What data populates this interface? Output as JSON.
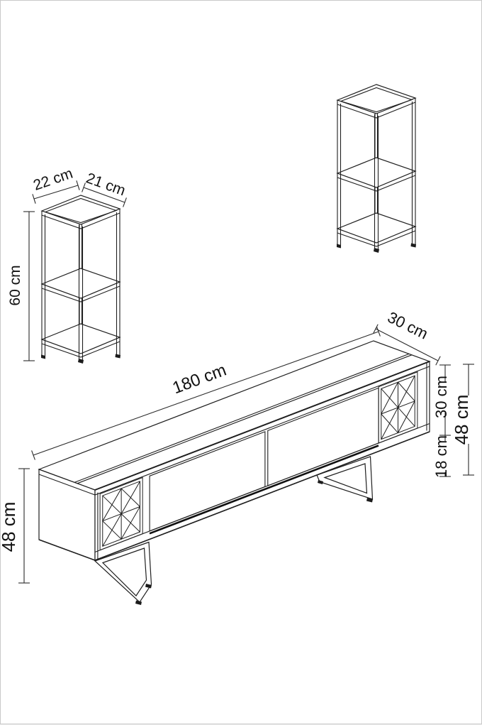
{
  "document": {
    "type": "furniture dimension line drawing",
    "pieces": [
      "wall shelf tower left",
      "wall shelf tower right",
      "tv stand with sled legs"
    ]
  },
  "colors": {
    "background": "#ffffff",
    "page_border": "#c9c9c9",
    "line": "#1f1f1f",
    "dimension_text": "#111111"
  },
  "tower_left_shelf": {
    "width_label": "22 cm",
    "depth_label": "21 cm",
    "height_label": "60 cm"
  },
  "tv_stand": {
    "length_label": "180 cm",
    "depth_label": "30 cm",
    "carcass_height_label": "30 cm",
    "leg_clearance_label": "18 cm",
    "total_height_label_right": "48 cm",
    "total_height_label_left": "48 cm"
  }
}
